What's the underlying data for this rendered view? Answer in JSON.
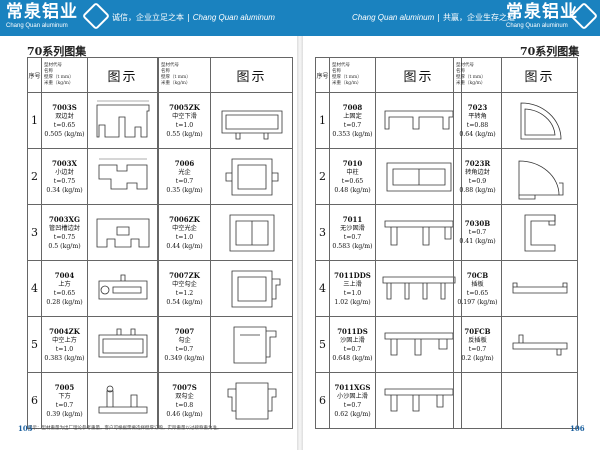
{
  "header": {
    "brand_cn": "常泉铝业",
    "brand_en": "Chang Quan aluminum",
    "left_slogan": "诚信，企业立足之本",
    "left_slogan_en": "Chang Quan aluminum",
    "right_slogan_en": "Chang Quan aluminum",
    "right_slogan": "共赢，企业生存之道",
    "separator": "|"
  },
  "section_title": "70系列图集",
  "table_header": {
    "seq": "序号",
    "model": "型材代号",
    "name": "名称",
    "thick": "壁厚（t mm）",
    "weight": "米重（kg/m）",
    "pic": "图示"
  },
  "seqs": [
    "1",
    "2",
    "3",
    "4",
    "5",
    "6"
  ],
  "tables": [
    {
      "rows": [
        {
          "code": "7003S",
          "name": "双边封",
          "t": "t=0.65",
          "w": "0.505 (kg/m)"
        },
        {
          "code": "7003X",
          "name": "小边封",
          "t": "t=0.75",
          "w": "0.34 (kg/m)"
        },
        {
          "code": "7003XG",
          "name": "管凹槽边封",
          "t": "t=0.75",
          "w": "0.5 (kg/m)"
        },
        {
          "code": "7004",
          "name": "上方",
          "t": "t=0.65",
          "w": "0.28 (kg/m)"
        },
        {
          "code": "7004ZK",
          "name": "中空上方",
          "t": "t=1.0",
          "w": "0.383 (kg/m)"
        },
        {
          "code": "7005",
          "name": "下方",
          "t": "t=0.7",
          "w": "0.39 (kg/m)"
        }
      ]
    },
    {
      "rows": [
        {
          "code": "7005ZK",
          "name": "中空下滑",
          "t": "t=1.0",
          "w": "0.55 (kg/m)"
        },
        {
          "code": "7006",
          "name": "光企",
          "t": "t=0.7",
          "w": "0.35 (kg/m)"
        },
        {
          "code": "7006ZK",
          "name": "中空光企",
          "t": "t=1.0",
          "w": "0.44 (kg/m)"
        },
        {
          "code": "7007ZK",
          "name": "中空勾企",
          "t": "t=1.2",
          "w": "0.54 (kg/m)"
        },
        {
          "code": "7007",
          "name": "勾企",
          "t": "t=0.7",
          "w": "0.349 (kg/m)"
        },
        {
          "code": "7007S",
          "name": "双勾企",
          "t": "t=0.8",
          "w": "0.46 (kg/m)"
        }
      ]
    },
    {
      "rows": [
        {
          "code": "7008",
          "name": "上固定",
          "t": "t=0.7",
          "w": "0.353 (kg/m)"
        },
        {
          "code": "7010",
          "name": "中柱",
          "t": "t=0.65",
          "w": "0.48 (kg/m)"
        },
        {
          "code": "7011",
          "name": "无沙固滑",
          "t": "t=0.7",
          "w": "0.583 (kg/m)"
        },
        {
          "code": "7011DDS",
          "name": "三上滑",
          "t": "t=1.0",
          "w": "1.02 (kg/m)"
        },
        {
          "code": "7011DS",
          "name": "沙固上滑",
          "t": "t=0.7",
          "w": "0.648 (kg/m)"
        },
        {
          "code": "7011XGS",
          "name": "小沙固上滑",
          "t": "t=0.7",
          "w": "0.62 (kg/m)"
        }
      ]
    },
    {
      "rows": [
        {
          "code": "7023",
          "name": "平转角",
          "t": "t=0.88",
          "w": "0.64 (kg/m)"
        },
        {
          "code": "7023R",
          "name": "转角边封",
          "t": "t=0.9",
          "w": "0.88 (kg/m)"
        },
        {
          "code": "7030B",
          "name": "",
          "t": "t=0.7",
          "w": "0.41 (kg/m)"
        },
        {
          "code": "70CB",
          "name": "插板",
          "t": "t=0.65",
          "w": "0.197 (kg/m)"
        },
        {
          "code": "70FCB",
          "name": "反插板",
          "t": "t=0.7",
          "w": "0.2 (kg/m)"
        },
        {
          "code": "",
          "name": "",
          "t": "",
          "w": ""
        }
      ]
    }
  ],
  "footnote": "提示：型材重量为出厂理论参考重量，客户可根据需要选择壁厚订购，实际重量以过磅称重为准。",
  "page_left": "105",
  "page_right": "106",
  "colors": {
    "header_bg": "#1a82bf",
    "header_text": "#ffffff",
    "page_number": "#1a5f9e"
  }
}
